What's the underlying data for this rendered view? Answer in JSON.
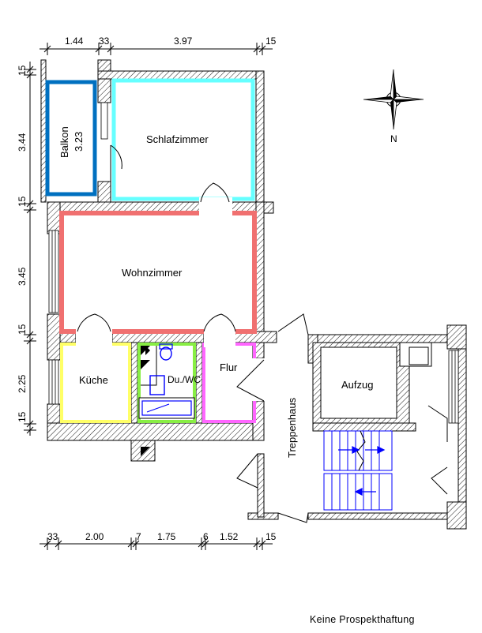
{
  "rooms": {
    "balkon": "Balkon",
    "balkon_area": "3.23",
    "schlafzimmer": "Schlafzimmer",
    "wohnzimmer": "Wohnzimmer",
    "kueche": "Küche",
    "bad": "Du./WC",
    "flur": "Flur",
    "aufzug": "Aufzug",
    "treppenhaus": "Treppenhaus"
  },
  "compass_label": "N",
  "dims_top": [
    "1.44",
    "33",
    "3.97",
    "15"
  ],
  "dims_left": [
    "15",
    "3.44",
    "15",
    "3.45",
    "15",
    "2.25",
    "15"
  ],
  "dims_bottom": [
    "33",
    "2.00",
    "7",
    "1.75",
    "6",
    "1.52",
    "15"
  ],
  "footer": "Keine Prospekthaftung",
  "colors": {
    "balkon": "#0070c0",
    "schlafzimmer": "#66ffff",
    "wohnzimmer": "#f07070",
    "kueche": "#ffff66",
    "bad": "#88ee44",
    "flur": "#ff66ff",
    "arrows": "#0000ff"
  }
}
